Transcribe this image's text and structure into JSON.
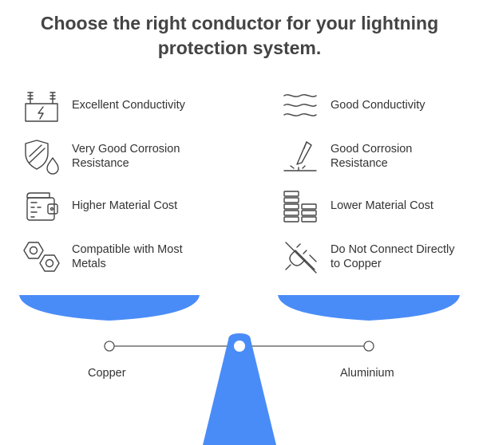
{
  "title": {
    "line1": "Choose the right conductor for your lightning",
    "line2": "protection system."
  },
  "copper": {
    "name": "Copper",
    "properties": [
      {
        "label": "Excellent Conductivity",
        "icon": "power-plant-icon"
      },
      {
        "label": "Very Good Corrosion Resistance",
        "icon": "shield-drop-icon"
      },
      {
        "label": "Higher Material Cost",
        "icon": "wallet-icon"
      },
      {
        "label": "Compatible with Most Metals",
        "icon": "hex-nuts-icon"
      }
    ]
  },
  "aluminium": {
    "name": "Aluminium",
    "properties": [
      {
        "label": "Good Conductivity",
        "icon": "waves-icon"
      },
      {
        "label": "Good Corrosion Resistance",
        "icon": "knife-cut-icon"
      },
      {
        "label": "Lower Material Cost",
        "icon": "coin-stacks-icon"
      },
      {
        "label": "Do Not Connect Directly to Copper",
        "icon": "unplugged-icon"
      }
    ]
  },
  "colors": {
    "accent": "#4a8cf7",
    "title": "#444444",
    "text": "#333333",
    "line": "#555555"
  }
}
